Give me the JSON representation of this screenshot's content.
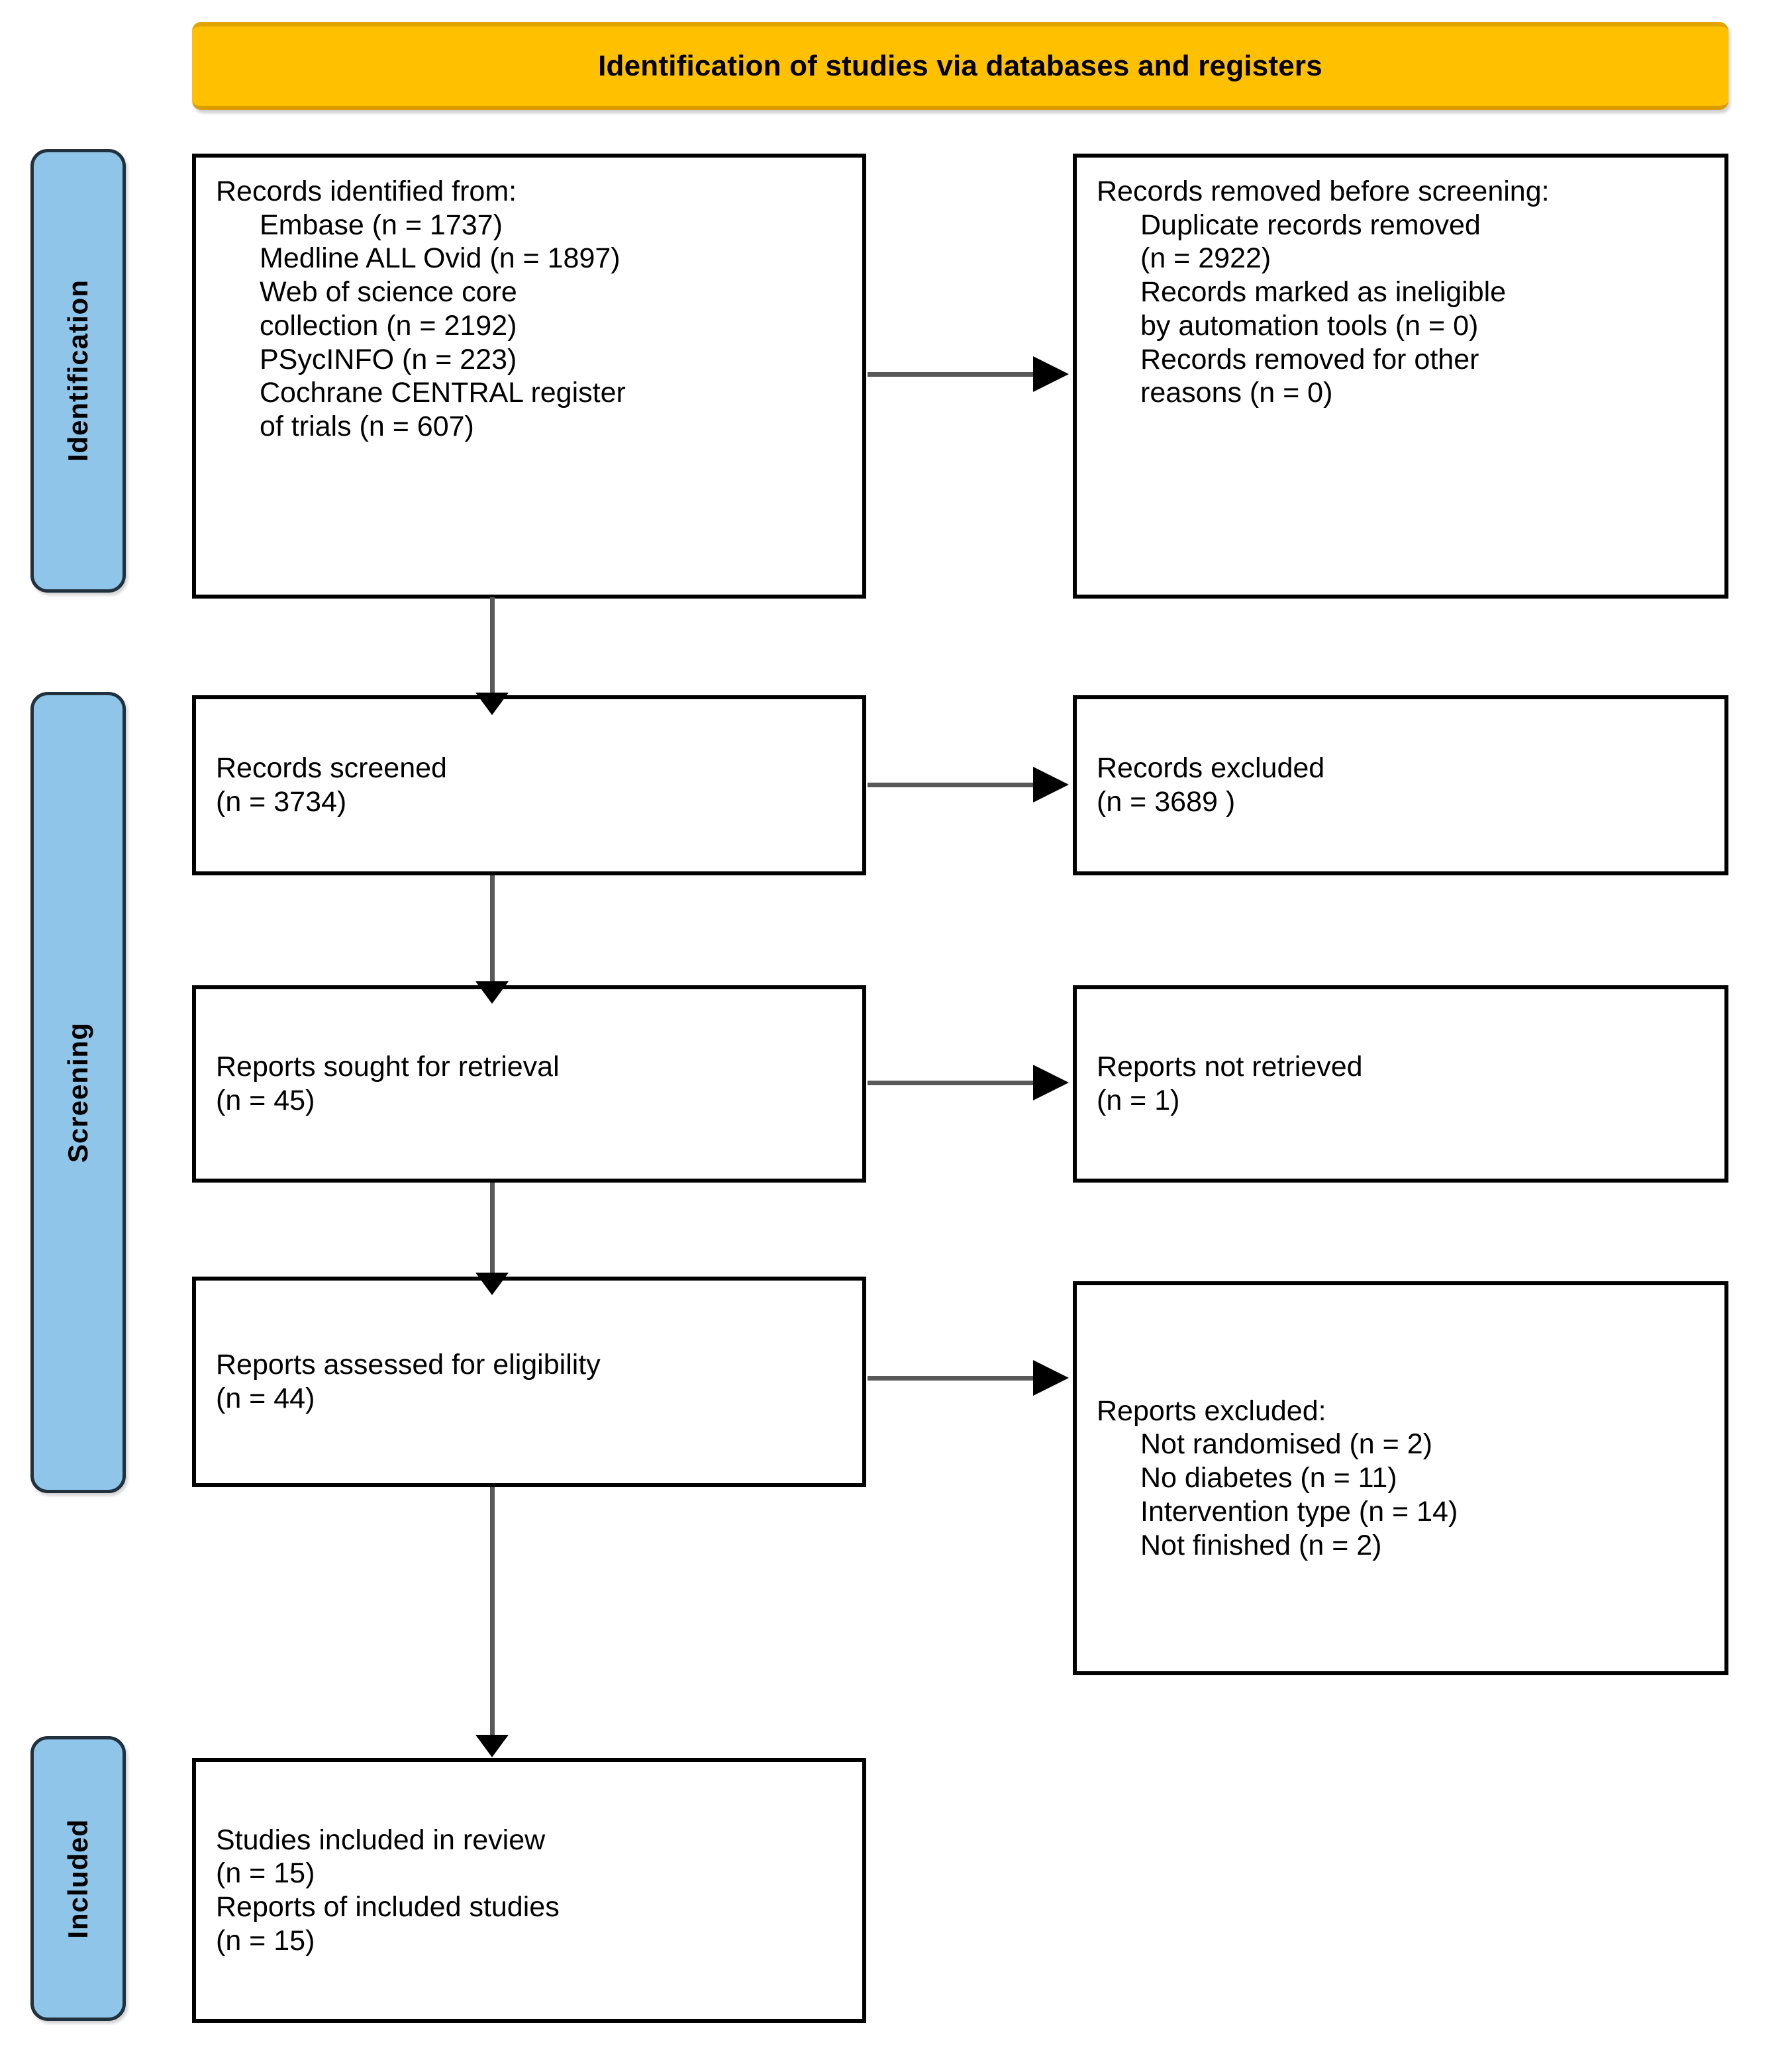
{
  "banner": {
    "title": "Identification of studies via databases and registers"
  },
  "stages": [
    {
      "label": "Identification"
    },
    {
      "label": "Screening"
    },
    {
      "label": "Included"
    }
  ],
  "colors": {
    "banner_fill": "#FFC000",
    "banner_border": "#E2A400",
    "stage_fill": "#8FC5E8",
    "stage_border": "#21313D",
    "box_border": "#000000",
    "arrow_line": "#595959",
    "arrow_head": "#000000",
    "text": "#000000"
  },
  "boxes": {
    "identified": {
      "title": "Records identified from:",
      "items": [
        "Embase (n = 1737)",
        "Medline ALL Ovid (n = 1897)",
        "Web of science core",
        "collection (n = 2192)",
        "PSycINFO (n = 223)",
        "Cochrane CENTRAL register",
        "of trials (n = 607)"
      ]
    },
    "removed_before_screening": {
      "title_plain": "Records removed ",
      "title_italic": "before screening",
      "title_tail": ":",
      "items": [
        "Duplicate records removed",
        "(n = 2922)",
        "Records marked as ineligible",
        "by automation tools (n = 0)",
        "Records removed for other",
        "reasons (n = 0)"
      ]
    },
    "records_screened": {
      "title": "Records screened",
      "count": "(n = 3734)"
    },
    "records_excluded": {
      "title": "Records excluded",
      "count": "(n = 3689 )"
    },
    "reports_sought": {
      "title": "Reports sought for retrieval",
      "count": "(n = 45)"
    },
    "reports_not_retrieved": {
      "title": "Reports not retrieved",
      "count": "(n = 1)"
    },
    "reports_assessed": {
      "title": "Reports assessed for eligibility",
      "count": "(n = 44)"
    },
    "reports_excluded": {
      "title": "Reports excluded:",
      "items": [
        "Not randomised (n = 2)",
        "No diabetes (n = 11)",
        "Intervention type (n = 14)",
        "Not finished (n = 2)"
      ]
    },
    "studies_included": {
      "line1": "Studies included in review",
      "line2": "(n = 15)",
      "line3": "Reports of included studies",
      "line4": "(n = 15)"
    }
  },
  "chart_data": {
    "type": "diagram",
    "title": "PRISMA 2020 flow diagram",
    "nodes": [
      {
        "id": "identified",
        "stage": "Identification",
        "column": "left",
        "label": "Records identified from",
        "counts": {
          "Embase": 1737,
          "Medline ALL Ovid": 1897,
          "Web of science core collection": 2192,
          "PSycINFO": 223,
          "Cochrane CENTRAL register of trials": 607
        }
      },
      {
        "id": "removed_before_screening",
        "stage": "Identification",
        "column": "right",
        "label": "Records removed before screening",
        "counts": {
          "Duplicate records removed": 2922,
          "Records marked as ineligible by automation tools": 0,
          "Records removed for other reasons": 0
        }
      },
      {
        "id": "records_screened",
        "stage": "Screening",
        "column": "left",
        "label": "Records screened",
        "n": 3734
      },
      {
        "id": "records_excluded",
        "stage": "Screening",
        "column": "right",
        "label": "Records excluded",
        "n": 3689
      },
      {
        "id": "reports_sought",
        "stage": "Screening",
        "column": "left",
        "label": "Reports sought for retrieval",
        "n": 45
      },
      {
        "id": "reports_not_retrieved",
        "stage": "Screening",
        "column": "right",
        "label": "Reports not retrieved",
        "n": 1
      },
      {
        "id": "reports_assessed",
        "stage": "Screening",
        "column": "left",
        "label": "Reports assessed for eligibility",
        "n": 44
      },
      {
        "id": "reports_excluded",
        "stage": "Screening",
        "column": "right",
        "label": "Reports excluded",
        "counts": {
          "Not randomised": 2,
          "No diabetes": 11,
          "Intervention type": 14,
          "Not finished": 2
        }
      },
      {
        "id": "studies_included",
        "stage": "Included",
        "column": "left",
        "label": "Studies included in review",
        "n": 15,
        "reports_of_included_studies": 15
      }
    ],
    "edges": [
      {
        "from": "identified",
        "to": "removed_before_screening",
        "direction": "right"
      },
      {
        "from": "identified",
        "to": "records_screened",
        "direction": "down"
      },
      {
        "from": "records_screened",
        "to": "records_excluded",
        "direction": "right"
      },
      {
        "from": "records_screened",
        "to": "reports_sought",
        "direction": "down"
      },
      {
        "from": "reports_sought",
        "to": "reports_not_retrieved",
        "direction": "right"
      },
      {
        "from": "reports_sought",
        "to": "reports_assessed",
        "direction": "down"
      },
      {
        "from": "reports_assessed",
        "to": "reports_excluded",
        "direction": "right"
      },
      {
        "from": "reports_assessed",
        "to": "studies_included",
        "direction": "down"
      }
    ]
  }
}
